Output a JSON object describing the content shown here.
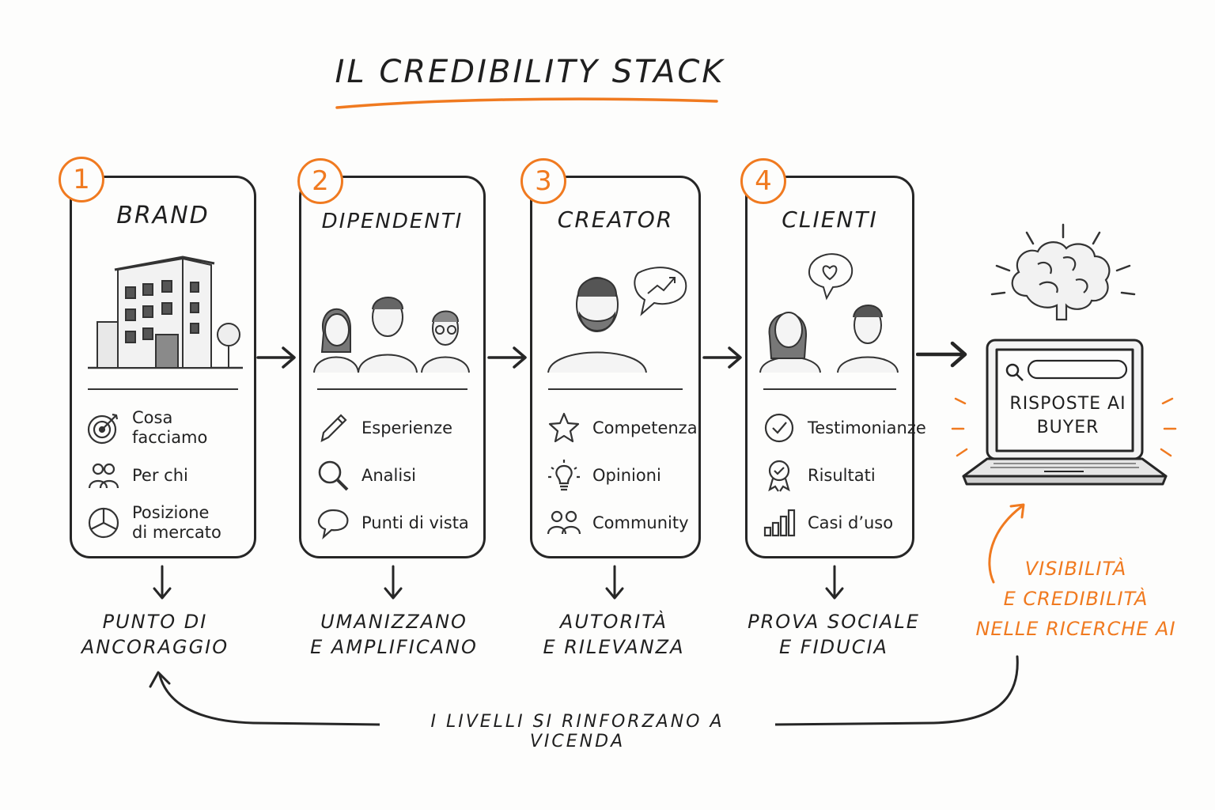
{
  "title": "IL CREDIBILITY STACK",
  "cards": [
    {
      "number": "1",
      "title": "BRAND",
      "items": [
        {
          "icon": "target-icon",
          "label": "Cosa facciamo"
        },
        {
          "icon": "people-icon",
          "label": "Per chi"
        },
        {
          "icon": "pie-chart-icon",
          "label": "Posizione\ndi mercato"
        }
      ],
      "caption": "PUNTO DI\nANCORAGGIO"
    },
    {
      "number": "2",
      "title": "DIPENDENTI",
      "items": [
        {
          "icon": "pen-icon",
          "label": "Esperienze"
        },
        {
          "icon": "magnifier-icon",
          "label": "Analisi"
        },
        {
          "icon": "speech-bubble-icon",
          "label": "Punti di vista"
        }
      ],
      "caption": "UMANIZZANO\nE AMPLIFICANO"
    },
    {
      "number": "3",
      "title": "CREATOR",
      "items": [
        {
          "icon": "star-icon",
          "label": "Competenza"
        },
        {
          "icon": "lightbulb-icon",
          "label": "Opinioni"
        },
        {
          "icon": "community-icon",
          "label": "Community"
        }
      ],
      "caption": "AUTORITÀ\nE RILEVANZA"
    },
    {
      "number": "4",
      "title": "CLIENTI",
      "items": [
        {
          "icon": "check-circle-icon",
          "label": "Testimonianze"
        },
        {
          "icon": "award-icon",
          "label": "Risultati"
        },
        {
          "icon": "bar-chart-icon",
          "label": "Casi d’uso"
        }
      ],
      "caption": "PROVA SOCIALE\nE FIDUCIA"
    }
  ],
  "laptop": {
    "screen_text": "RISPOSTE AI\nBUYER"
  },
  "result_caption": "VISIBILITÀ\nE CREDIBILITÀ\nNELLE RICERCHE AI",
  "footer": "I LIVELLI SI RINFORZANO A VICENDA",
  "colors": {
    "accent": "#f07a20",
    "ink": "#262626"
  }
}
